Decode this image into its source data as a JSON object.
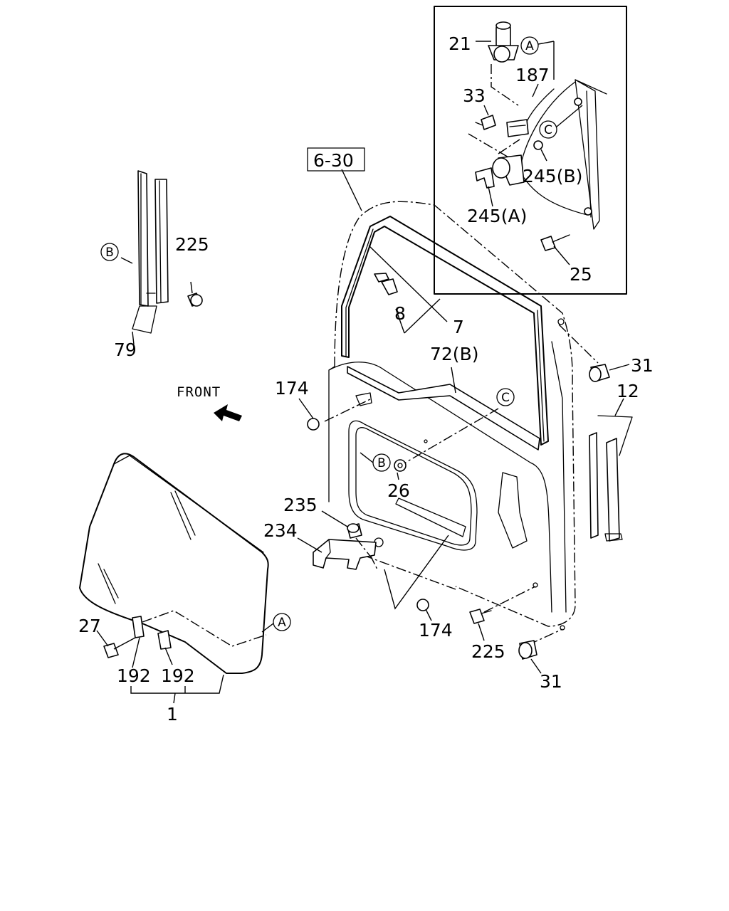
{
  "front_label": "FRONT",
  "labels": {
    "p21": "21",
    "p187": "187",
    "p33": "33",
    "p245b": "245(B)",
    "p245a": "245(A)",
    "p25": "25",
    "p630": "6-30",
    "p225_top": "225",
    "p79": "79",
    "p8": "8",
    "p7": "7",
    "p31_top": "31",
    "p72b": "72(B)",
    "p174_top": "174",
    "p12": "12",
    "p26": "26",
    "p235": "235",
    "p234": "234",
    "p27": "27",
    "p192_left": "192",
    "p192_right": "192",
    "p1": "1",
    "p174_bottom": "174",
    "p225_bottom": "225",
    "p31_bottom": "31"
  },
  "circle_labels": {
    "a_inset": "A",
    "c_inset": "C",
    "b_left": "B",
    "c_door": "C",
    "b_door": "B",
    "a_glass": "A"
  }
}
